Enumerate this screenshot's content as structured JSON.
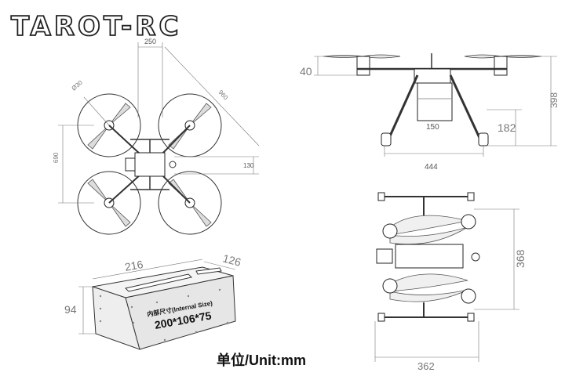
{
  "brand": {
    "logo_text": "TAROT-RC"
  },
  "top_view": {
    "dim_arm_spacing": "250",
    "dim_diagonal": "960",
    "dim_prop_dia": "Ø30",
    "dim_side": "690",
    "dim_130": "130"
  },
  "side_view": {
    "dim_prop_height": "40",
    "dim_total_height": "398",
    "dim_box_height": "150",
    "dim_gear_height": "182",
    "dim_gear_width": "444"
  },
  "folded_view": {
    "dim_length": "368",
    "dim_width": "362"
  },
  "box": {
    "dim_length": "216",
    "dim_width": "126",
    "dim_height": "94",
    "internal_label": "内部尺寸(Internal Size)",
    "internal_dims": "200*106*75"
  },
  "unit_caption": "单位/Unit:mm"
}
